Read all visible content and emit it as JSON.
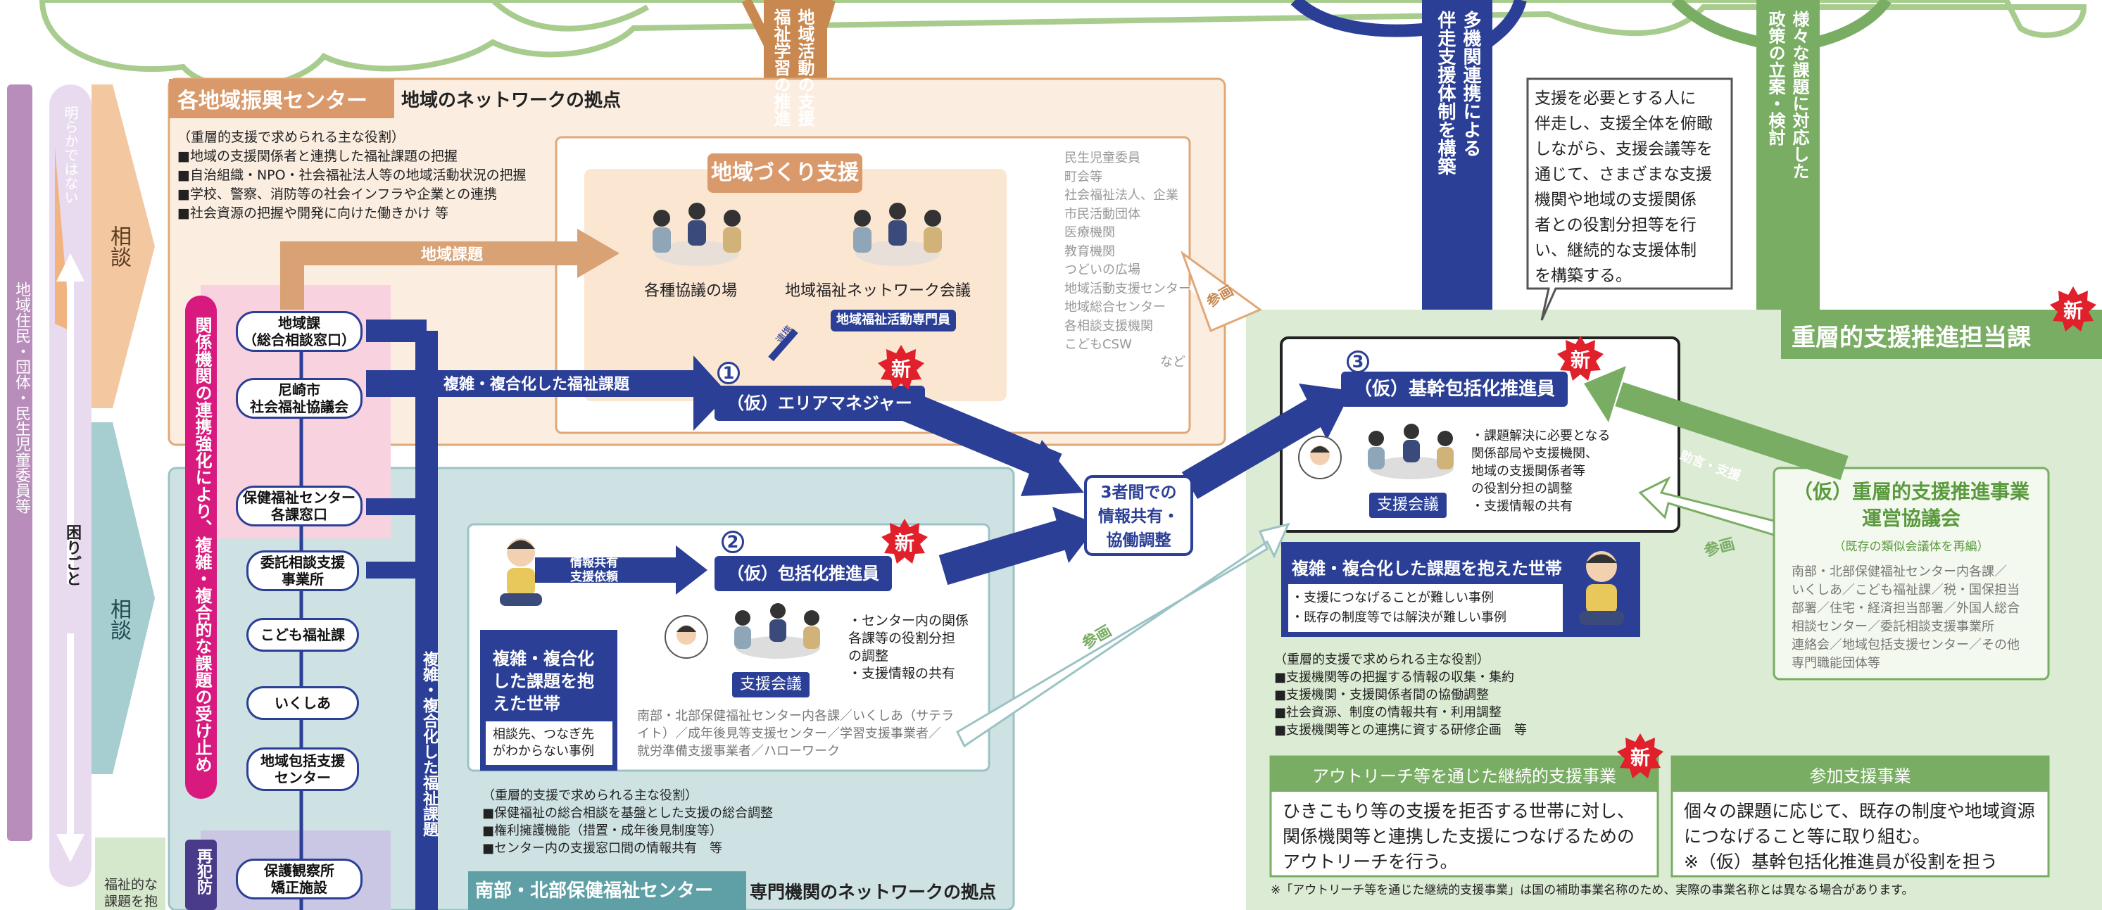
{
  "tree": {
    "trunk_left_text": [
      "地域活動の支援",
      "福祉学習の推進"
    ],
    "trunk_center_text": [
      "多機関連携による",
      "伴走支援体制を構築"
    ],
    "trunk_right_text": [
      "様々な課題に対応した",
      "政策の立案・検討"
    ],
    "callout_lines": [
      "支援を必要とする人に",
      "伴走し、支援全体を俯瞰",
      "しながら、支援会議等を",
      "通じて、さまざまな支援",
      "機関や地域の支援関係",
      "者との役割分担等を行",
      "い、継続的な支援体制",
      "を構築する。"
    ]
  },
  "left_axis": {
    "residents_label": "地域住民・団体・民生児童委員等",
    "not_obvious_label": "明らかではない",
    "trouble_label": "困りごと",
    "consult_label_1": "相談",
    "consult_label_2": "相談",
    "welfare_label_lines": [
      "福祉的な",
      "課題を抱"
    ]
  },
  "regional_center": {
    "title": "各地域振興センター",
    "subtitle": "地域のネットワークの拠点",
    "roles": [
      "（重層的支援で求められる主な役割）",
      "■地域の支援関係者と連携した福祉課題の把握",
      "■自治組織・NPO・社会福祉法人等の地域活動状況の把握",
      "■学校、警察、消防等の社会インフラや企業との連携",
      "■社会資源の把握や開発に向けた働きかけ 等"
    ],
    "community_support_title": "地域づくり支援",
    "meeting_place_label": "各種協議の場",
    "network_meeting_label": "地域福祉ネットワーク会議",
    "specialist_label": "地域福祉活動専門員",
    "renkei_label": "連携",
    "partners": [
      "民生児童委員",
      "町会等",
      "社会福祉法人、企業",
      "市民活動団体",
      "医療機関",
      "教育機関",
      "つどいの広場",
      "地域活動支援センター",
      "地域総合センター",
      "各相談支援機関",
      "こどもCSW"
    ],
    "partners_etc": "など",
    "sanka_label": "参画",
    "area_manager_num": "1",
    "area_manager_label": "（仮）エリアマネジャー",
    "new_label": "新"
  },
  "flows": {
    "regional_issue": "地域課題",
    "complex_issue": "複雑・複合化した福祉課題",
    "info_share_request": [
      "情報共有",
      "支援依頼"
    ],
    "three_party": [
      "3者間での",
      "情報共有・",
      "協働調整"
    ],
    "sanka_low": "参画",
    "vertical_complex": "複雑・複合化した福祉課題",
    "magenta_banner": "関係機関の連携強化により、複雑・複合的な課題の受け止め"
  },
  "windows": {
    "chiikika": [
      "地域課",
      "（総合相談窓口）"
    ],
    "shakyo": [
      "尼崎市",
      "社会福祉協議会"
    ],
    "hoken": [
      "保健福祉センター",
      "各課窓口"
    ],
    "itaku": [
      "委託相談支援",
      "事業所"
    ],
    "kodomo": [
      "こども福祉課"
    ],
    "ikushia": [
      "いくしあ"
    ],
    "chiiki_houkatsu": [
      "地域包括支援",
      "センター"
    ],
    "hogo": [
      "保護観察所",
      "矯正施設"
    ],
    "saihan_label": "再犯防"
  },
  "health_center": {
    "title": "南部・北部保健福祉センター",
    "subtitle": "専門機関のネットワークの拠点",
    "coordinator_num": "2",
    "coordinator_label": "（仮）包括化推進員",
    "support_meeting": "支援会議",
    "bullets": [
      "・センター内の関係",
      "各課等の役割分担",
      "の調整",
      "・支援情報の共有"
    ],
    "partners": [
      "南部・北部保健福祉センター内各課／いくしあ（サテラ",
      "イト）／成年後見等支援センター／学習支援事業者／",
      "就労準備支援事業者／ハローワーク"
    ],
    "roles": [
      "（重層的支援で求められる主な役割）",
      "■保健福祉の総合相談を基盤とした支援の総合調整",
      "■権利擁護機能（措置・成年後見制度等）",
      "■センター内の支援窓口間の情報共有　等"
    ],
    "household_title": [
      "複雑・複合化",
      "した課題を抱",
      "えた世帯"
    ],
    "household_note": [
      "相談先、つなぎ先",
      "がわからない事例"
    ]
  },
  "multilayer": {
    "title": "重層的支援推進担当課",
    "coordinator_num": "3",
    "coordinator_label": "（仮）基幹包括化推進員",
    "support_meeting": "支援会議",
    "bullets": [
      "・課題解決に必要となる",
      "関係部局や支援機関、",
      "地域の支援関係者等",
      "の役割分担の調整",
      "・支援情報の共有"
    ],
    "household_title": "複雑・複合化した課題を抱えた世帯",
    "household_cases": [
      "・支援につなげることが難しい事例",
      "・既存の制度等では解決が難しい事例"
    ],
    "roles": [
      "（重層的支援で求められる主な役割）",
      "■支援機関等の把握する情報の収集・集約",
      "■支援機関・支援関係者間の協働調整",
      "■社会資源、制度の情報共有・利用調整",
      "■支援機関等との連携に資する研修企画　等"
    ],
    "advice_label": "助言・支援",
    "sanka_label": "参画",
    "council_title": [
      "（仮）重層的支援推進事業",
      "運営協議会"
    ],
    "council_sub": "（既存の類似会議体を再編）",
    "council_members": [
      "南部・北部保健福祉センター内各課／",
      "いくしあ／こども福祉課／税・国保担当",
      "部署／住宅・経済担当部署／外国人総合",
      "相談センター／委託相談支援事業所",
      "連絡会／地域包括支援センター／その他",
      "専門職能団体等"
    ],
    "outreach_title": "アウトリーチ等を通じた継続的支援事業",
    "outreach_text": [
      "ひきこもり等の支援を拒否する世帯に対し、",
      "関係機関等と連携した支援につなげるための",
      "アウトリーチを行う。"
    ],
    "participation_title": "参加支援事業",
    "participation_text": [
      "個々の課題に応じて、既存の制度や地域資源",
      "につなげること等に取り組む。",
      "※（仮）基幹包括化推進員が役割を担う"
    ],
    "footnote": "※「アウトリーチ等を通じた継続的支援事業」は国の補助事業名称のため、実際の事業名称とは異なる場合があります。"
  },
  "colors": {
    "navy": "#2b3f96",
    "orange": "#f3dcc4",
    "orange_dark": "#c9884f",
    "teal_bg": "#cfe2e3",
    "green_bg": "#dcebd3",
    "green_dark": "#7aad64",
    "magenta": "#d8197e",
    "red_badge": "#e0202a",
    "purple": "#a472a8"
  }
}
